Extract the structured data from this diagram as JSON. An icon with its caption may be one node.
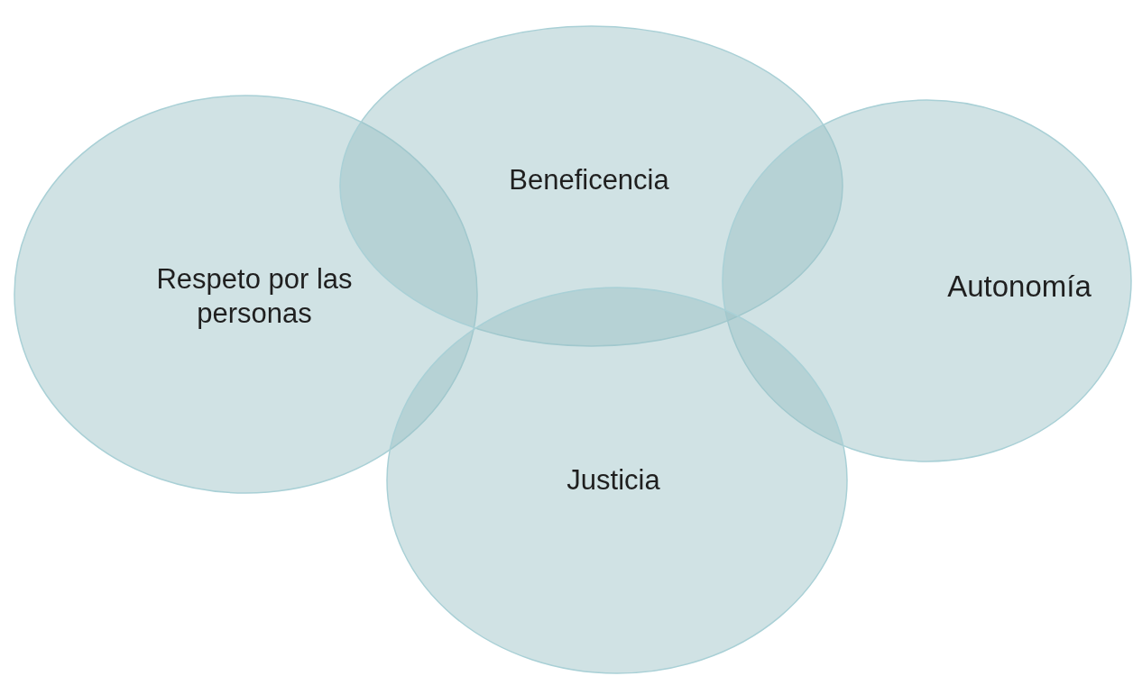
{
  "diagram": {
    "nodes": [
      {
        "text": [
          "Respeto por las personas"
        ]
      },
      {
        "text": [
          "Beneficencia"
        ]
      },
      {
        "text": [
          "Autonomía"
        ]
      },
      {
        "text": [
          "Justicia"
        ]
      }
    ]
  }
}
